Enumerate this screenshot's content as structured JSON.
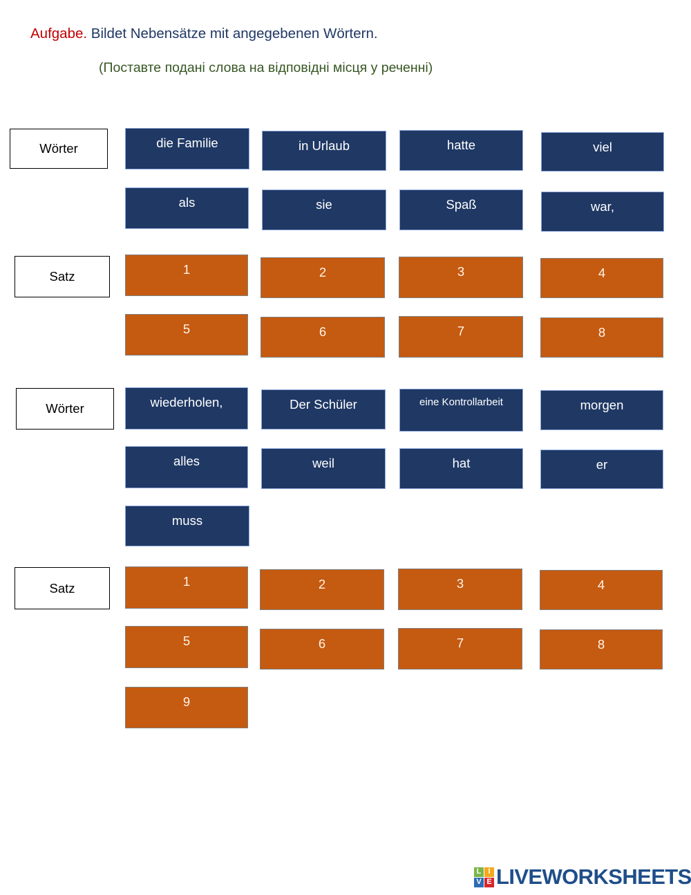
{
  "heading": {
    "lead": "Aufgabe.",
    "rest": " Bildet Nebensätze mit angegebenen Wörtern.",
    "subtitle": "(Поставте подані слова на відповідні місця у реченні)",
    "lead_color": "#C00000",
    "rest_color": "#1F3864",
    "subtitle_color": "#375623"
  },
  "colors": {
    "word_tile_bg": "#1F3864",
    "word_tile_border": "#8FAADC",
    "slot_tile_bg": "#C55A11",
    "slot_tile_border": "#808080",
    "label_box_bg": "#FFFFFF",
    "label_box_border": "#000000"
  },
  "sections": [
    {
      "label": "Wörter",
      "kind": "words",
      "tiles": [
        {
          "text": "die Familie"
        },
        {
          "text": "in Urlaub"
        },
        {
          "text": "hatte"
        },
        {
          "text": "viel"
        },
        {
          "text": "als"
        },
        {
          "text": "sie"
        },
        {
          "text": "Spaß"
        },
        {
          "text": "war,"
        }
      ]
    },
    {
      "label": "Satz",
      "kind": "slots",
      "tiles": [
        {
          "text": "1"
        },
        {
          "text": "2"
        },
        {
          "text": "3"
        },
        {
          "text": "4"
        },
        {
          "text": "5"
        },
        {
          "text": "6"
        },
        {
          "text": "7"
        },
        {
          "text": "8"
        }
      ]
    },
    {
      "label": "Wörter",
      "kind": "words",
      "tiles": [
        {
          "text": "wiederholen,"
        },
        {
          "text": "Der Schüler"
        },
        {
          "text": "eine Kontrollarbeit"
        },
        {
          "text": "morgen"
        },
        {
          "text": "alles"
        },
        {
          "text": "weil"
        },
        {
          "text": "hat"
        },
        {
          "text": "er"
        },
        {
          "text": "muss"
        }
      ]
    },
    {
      "label": "Satz",
      "kind": "slots",
      "tiles": [
        {
          "text": "1"
        },
        {
          "text": "2"
        },
        {
          "text": "3"
        },
        {
          "text": "4"
        },
        {
          "text": "5"
        },
        {
          "text": "6"
        },
        {
          "text": "7"
        },
        {
          "text": "8"
        },
        {
          "text": "9"
        }
      ]
    }
  ],
  "logo": {
    "mark_letters": [
      "L",
      "I",
      "V",
      "E"
    ],
    "wordmark": "LIVEWORKSHEETS"
  }
}
